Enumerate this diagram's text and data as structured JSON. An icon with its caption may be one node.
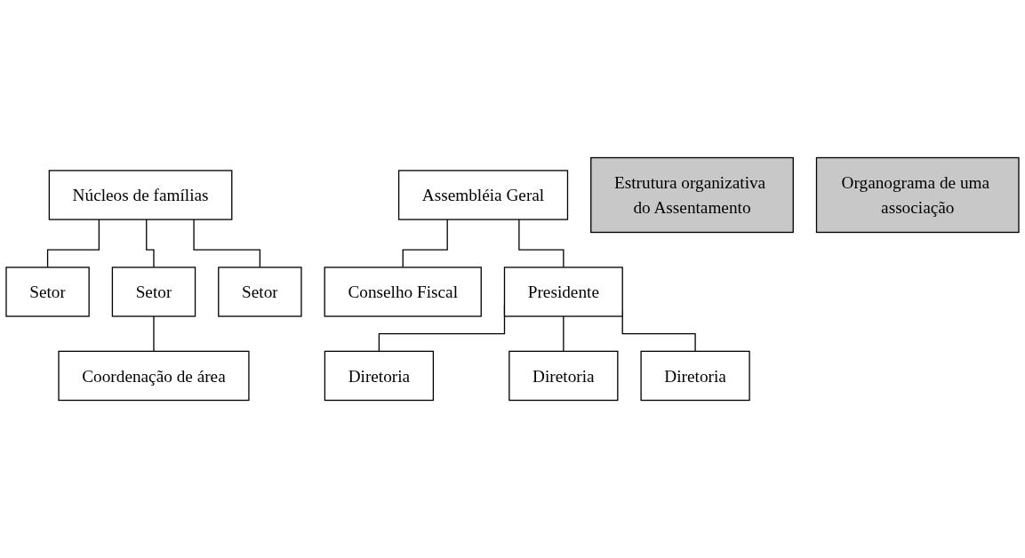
{
  "diagram": {
    "nodes": [
      {
        "text": [
          "Núcleos de famílias"
        ]
      },
      {
        "text": [
          "Setor"
        ]
      },
      {
        "text": [
          "Setor"
        ]
      },
      {
        "text": [
          "Setor"
        ]
      },
      {
        "text": [
          "Coordenação de área"
        ]
      },
      {
        "text": [
          "Assembléia Geral"
        ]
      },
      {
        "text": [
          "Conselho Fiscal"
        ]
      },
      {
        "text": [
          "Presidente"
        ]
      },
      {
        "text": [
          "Diretoria"
        ]
      },
      {
        "text": [
          "Diretoria"
        ]
      },
      {
        "text": [
          "Diretoria"
        ]
      },
      {
        "text": [
          "Estrutura organizativa do Assentamento"
        ]
      },
      {
        "text": [
          "Organograma de uma associação"
        ]
      }
    ],
    "edges": [
      {
        "from": 0,
        "to": 1,
        "arrow": "none"
      },
      {
        "from": 0,
        "to": 2,
        "arrow": "none"
      },
      {
        "from": 0,
        "to": 3,
        "arrow": "none"
      },
      {
        "from": 2,
        "to": 4,
        "arrow": "none"
      },
      {
        "from": 5,
        "to": 6,
        "arrow": "none"
      },
      {
        "from": 5,
        "to": 7,
        "arrow": "none"
      },
      {
        "from": 7,
        "to": 8,
        "arrow": "none"
      },
      {
        "from": 7,
        "to": 9,
        "arrow": "none"
      },
      {
        "from": 7,
        "to": 10,
        "arrow": "none"
      }
    ]
  }
}
